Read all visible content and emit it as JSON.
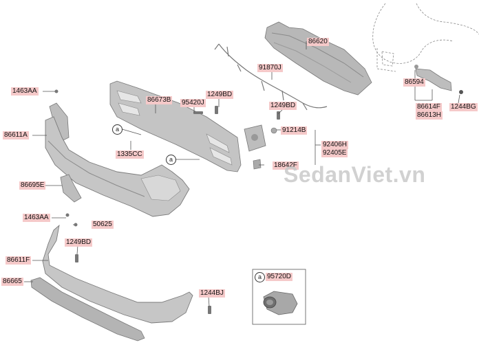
{
  "labels": {
    "p86620": "86620",
    "p91870J": "91870J",
    "p1463AA_top": "1463AA",
    "p86673B": "86673B",
    "p95420J": "95420J",
    "p1249BD_top": "1249BD",
    "p1249BD_mid": "1249BD",
    "p86611A": "86611A",
    "p1335CC": "1335CC",
    "p91214B": "91214B",
    "p92406H": "92406H",
    "p92405E": "92405E",
    "p18642F": "18642F",
    "p86594": "86594",
    "p86614F": "86614F",
    "p86613H": "86613H",
    "p1244BG": "1244BG",
    "p86695E": "86695E",
    "p1463AA_low": "1463AA",
    "p50625": "50625",
    "p1249BD_low": "1249BD",
    "p86611F": "86611F",
    "p86665": "86665",
    "p1244BJ": "1244BJ",
    "p95720D": "95720D"
  },
  "callouts": {
    "a1": "a",
    "a2": "a",
    "a_box": "a"
  },
  "watermark": "SedanViet.vn",
  "colors": {
    "label_bg": "#f5c9c9",
    "part_fill": "#c8c8c8",
    "part_dark": "#8f8f8f",
    "line": "#555555"
  }
}
